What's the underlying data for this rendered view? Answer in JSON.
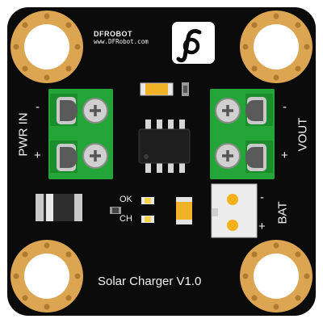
{
  "brand": {
    "name": "DFROBOT",
    "url": "www.DFRobot.com"
  },
  "board": {
    "title": "Solar Charger V1.0",
    "input_label": "PWR IN",
    "output_label": "VOUT",
    "battery_label": "BAT",
    "led_labels": [
      "OK",
      "CH"
    ],
    "minus": "-",
    "plus": "+"
  },
  "icons": [
    "dfrobot-logo-icon",
    "mounting-hole-icon"
  ],
  "colors": {
    "pcb": "#0b0b0b",
    "terminal_green": "#23a637",
    "copper_ring": "#dca552",
    "silkscreen": "#f2f2f2",
    "jst_white": "#ececec",
    "pin_yellow": "#f3b11c"
  }
}
